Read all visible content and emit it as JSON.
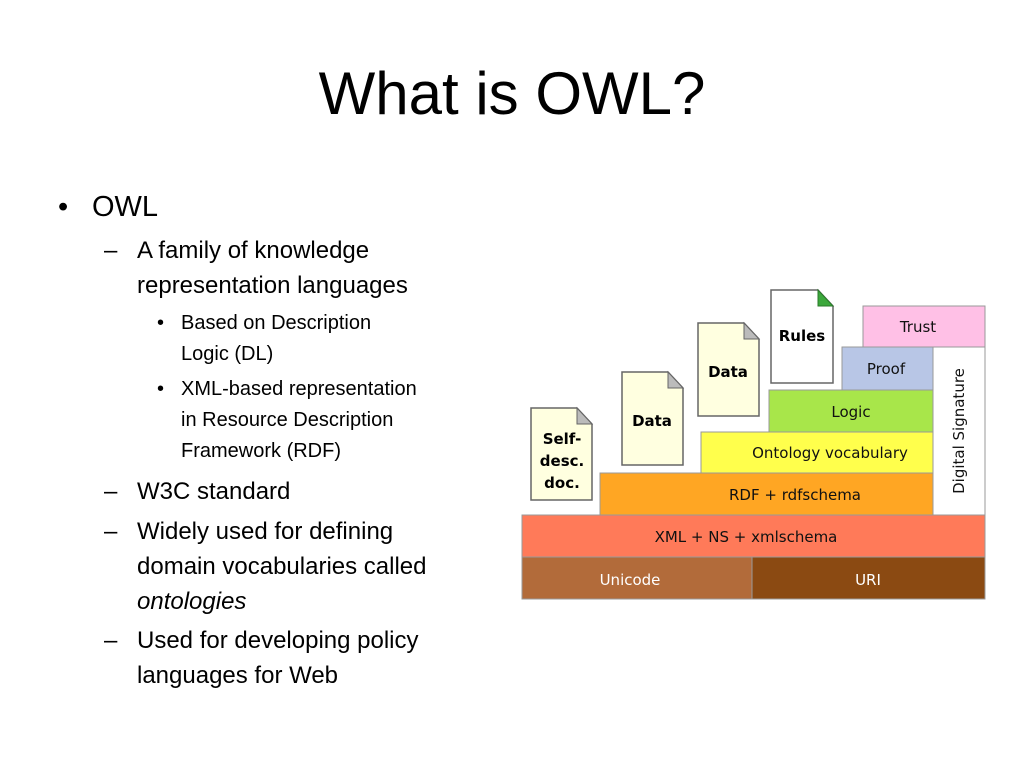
{
  "slide": {
    "title": "What is OWL?"
  },
  "bullets": {
    "owl": "OWL",
    "family_line1": "A family of knowledge",
    "family_line2": "representation languages",
    "dl_line1": "Based on Description",
    "dl_line2": "Logic (DL)",
    "xml_line1": "XML-based representation",
    "xml_line2": "in Resource Description",
    "xml_line3": "Framework (RDF)",
    "w3c": "W3C standard",
    "widely_line1": "Widely used for defining",
    "widely_line2": "domain vocabularies called",
    "widely_line3": "ontologies",
    "policy_line1": "Used for developing policy",
    "policy_line2": "languages for Web",
    "dash": "–",
    "dot": "•"
  },
  "diagram": {
    "unicode": "Unicode",
    "uri": "URI",
    "xml": "XML + NS + xmlschema",
    "rdf": "RDF + rdfschema",
    "ontology": "Ontology vocabulary",
    "logic": "Logic",
    "proof": "Proof",
    "trust": "Trust",
    "signature": "Digital Signature",
    "doc_self_line1": "Self-",
    "doc_self_line2": "desc.",
    "doc_self_line3": "doc.",
    "doc_data1": "Data",
    "doc_data2": "Data",
    "doc_rules": "Rules",
    "colors": {
      "unicode": "#B26B3A",
      "uri": "#8B4A12",
      "xml": "#FF7A59",
      "rdf": "#FFA623",
      "ontology": "#FFFF4C",
      "logic": "#A8E64A",
      "proof": "#B8C6E6",
      "trust": "#FFC0E6",
      "signature": "#FFFFFF"
    }
  }
}
